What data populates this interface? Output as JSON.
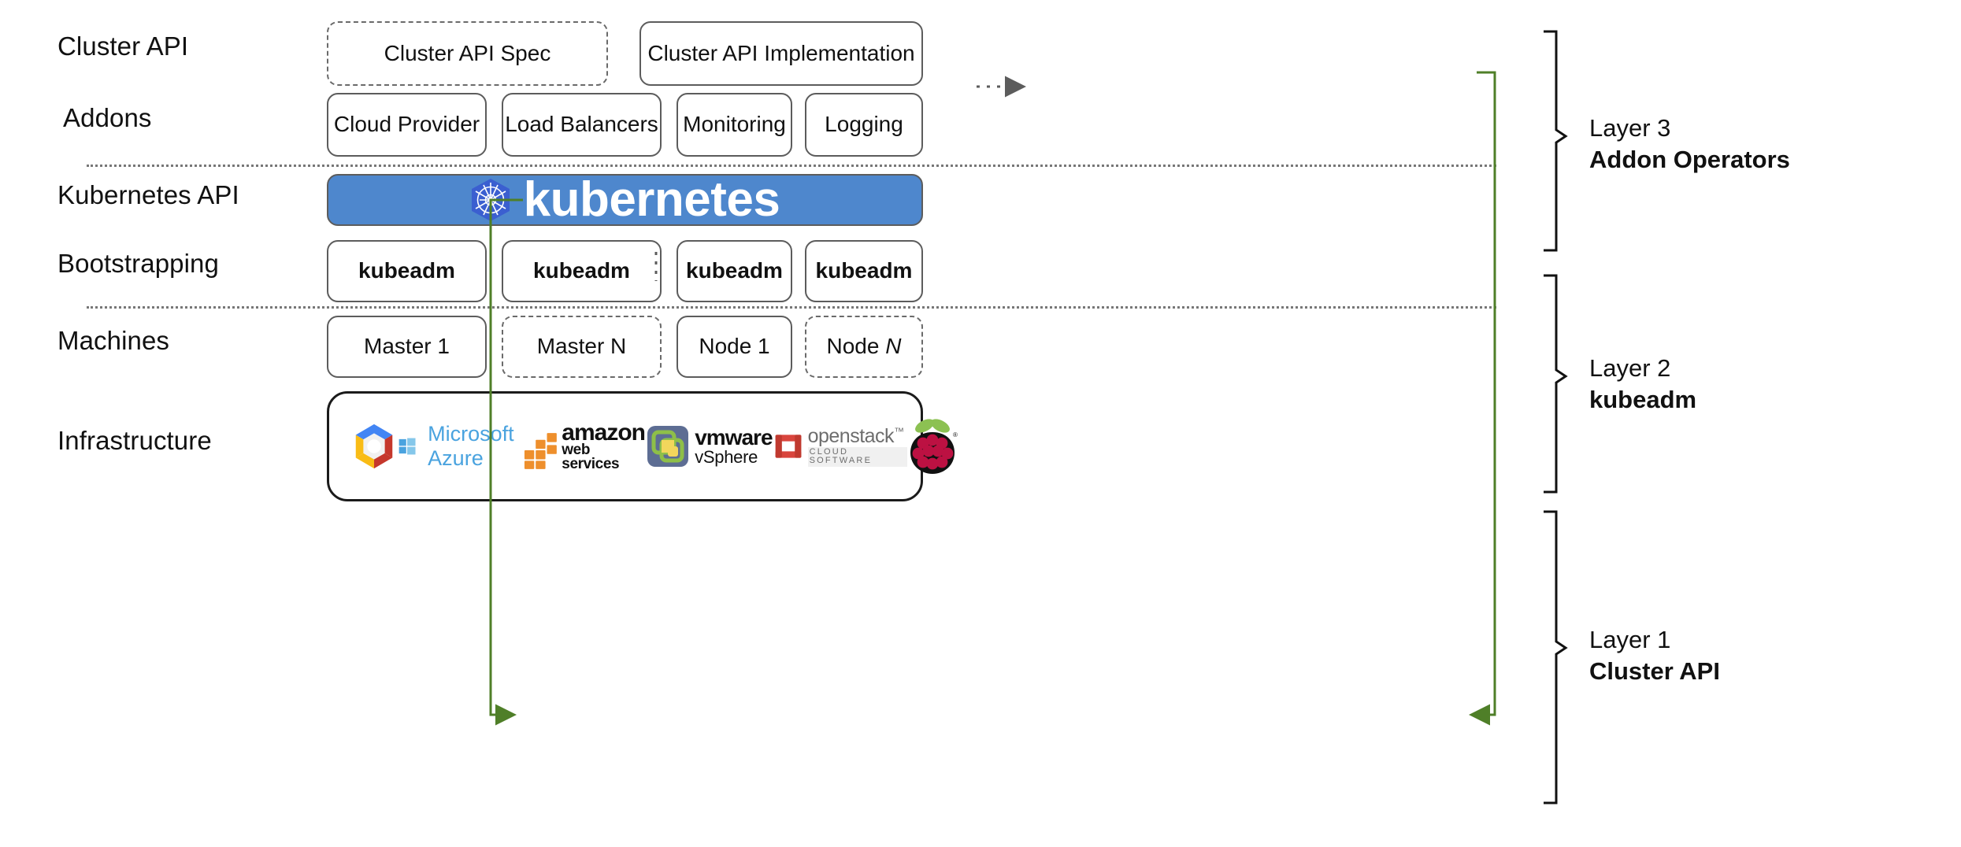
{
  "diagram": {
    "title": "Kubernetes Cluster API layered architecture",
    "accent_green": "#4f7f28",
    "k8s_blue": "#4e87cd",
    "k8s_logo_blue": "#3b5fd0",
    "box_border": "#5c5c5c"
  },
  "row_labels": [
    {
      "id": "cluster-api",
      "text": "Cluster API"
    },
    {
      "id": "addons",
      "text": "Addons"
    },
    {
      "id": "kubernetes-api",
      "text": "Kubernetes API"
    },
    {
      "id": "bootstrapping",
      "text": "Bootstrapping"
    },
    {
      "id": "machines",
      "text": "Machines"
    },
    {
      "id": "infrastructure",
      "text": "Infrastructure"
    }
  ],
  "cluster_api_row": {
    "spec": {
      "label": "Cluster API Spec",
      "style": "dashed"
    },
    "implementation": {
      "label": "Cluster API Implementation",
      "style": "solid"
    },
    "connector": "dotted-arrow-right"
  },
  "addons_row": [
    {
      "label": "Cloud Provider"
    },
    {
      "label": "Load Balancers"
    },
    {
      "label": "Monitoring"
    },
    {
      "label": "Logging"
    }
  ],
  "kubernetes_banner": {
    "wordmark": "kubernetes",
    "logo_name": "kubernetes-helm-wheel-icon"
  },
  "bootstrapping_row": [
    {
      "label": "kubeadm"
    },
    {
      "label": "kubeadm"
    },
    {
      "label": "kubeadm"
    },
    {
      "label": "kubeadm"
    }
  ],
  "machines_row": [
    {
      "label": "Master 1",
      "style": "solid",
      "italic_suffix": ""
    },
    {
      "label": "Master N",
      "style": "dashed",
      "italic_suffix": ""
    },
    {
      "label": "Node 1",
      "style": "solid",
      "italic_suffix": ""
    },
    {
      "label": "Node ",
      "style": "dashed",
      "italic_suffix": "N"
    }
  ],
  "infrastructure_logos": [
    {
      "name": "google-cloud-platform-icon",
      "label": ""
    },
    {
      "name": "microsoft-azure-logo",
      "label": "Microsoft Azure"
    },
    {
      "name": "amazon-web-services-logo",
      "label": "amazon",
      "sublabel": "web services"
    },
    {
      "name": "vmware-vsphere-logo",
      "label": "vmware",
      "sublabel": "vSphere"
    },
    {
      "name": "openstack-logo",
      "label": "openstack",
      "sublabel": "CLOUD SOFTWARE"
    },
    {
      "name": "raspberry-pi-logo",
      "label": ""
    }
  ],
  "layers": [
    {
      "id": "layer-3",
      "line1": "Layer 3",
      "line2": "Addon Operators"
    },
    {
      "id": "layer-2",
      "line1": "Layer 2",
      "line2": "kubeadm"
    },
    {
      "id": "layer-1",
      "line1": "Layer 1",
      "line2": "Cluster API"
    }
  ]
}
